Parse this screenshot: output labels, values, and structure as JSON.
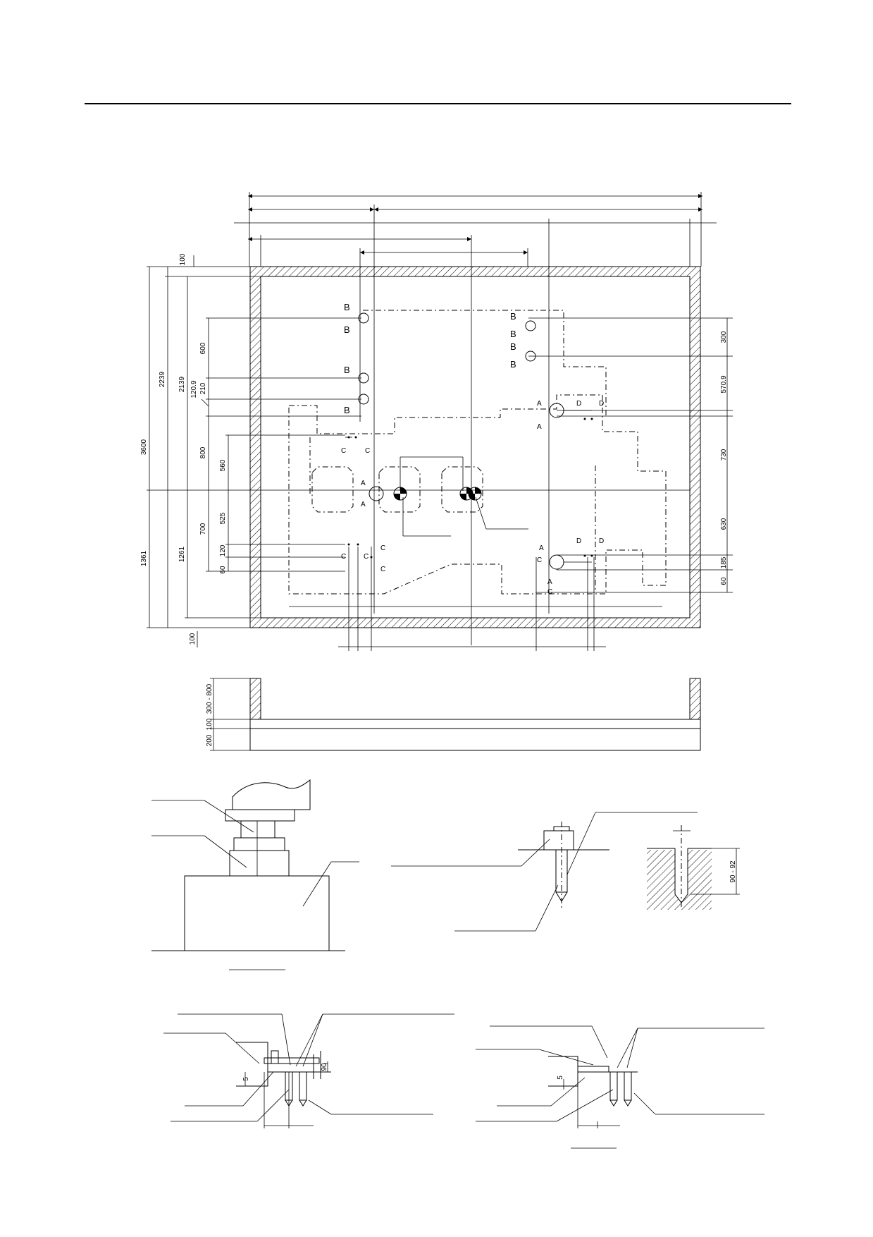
{
  "plan": {
    "left_dims": {
      "d100_top": "100",
      "d3600": "3600",
      "d2239": "2239",
      "d2139": "2139",
      "d1361": "1361",
      "d1261": "1261",
      "d600": "600",
      "d120_9": "120.9",
      "d210": "210",
      "d800": "800",
      "d560": "560",
      "d525": "525",
      "d700": "700",
      "d120": "120",
      "d60": "60",
      "d100_bottom": "100"
    },
    "right_dims": {
      "d300": "300",
      "d570_9": "570.9",
      "d730": "730",
      "d630": "630",
      "d185": "185",
      "d60": "60"
    },
    "section_letters": {
      "A": "A",
      "B": "B",
      "C": "C",
      "D": "D"
    }
  },
  "elevation": {
    "d300_800": "300 - 800",
    "d100": "100",
    "d200": "200"
  },
  "details": {
    "d90_92": "90 - 92",
    "d5_left": "5",
    "d90": "90",
    "d5_right": "5"
  }
}
